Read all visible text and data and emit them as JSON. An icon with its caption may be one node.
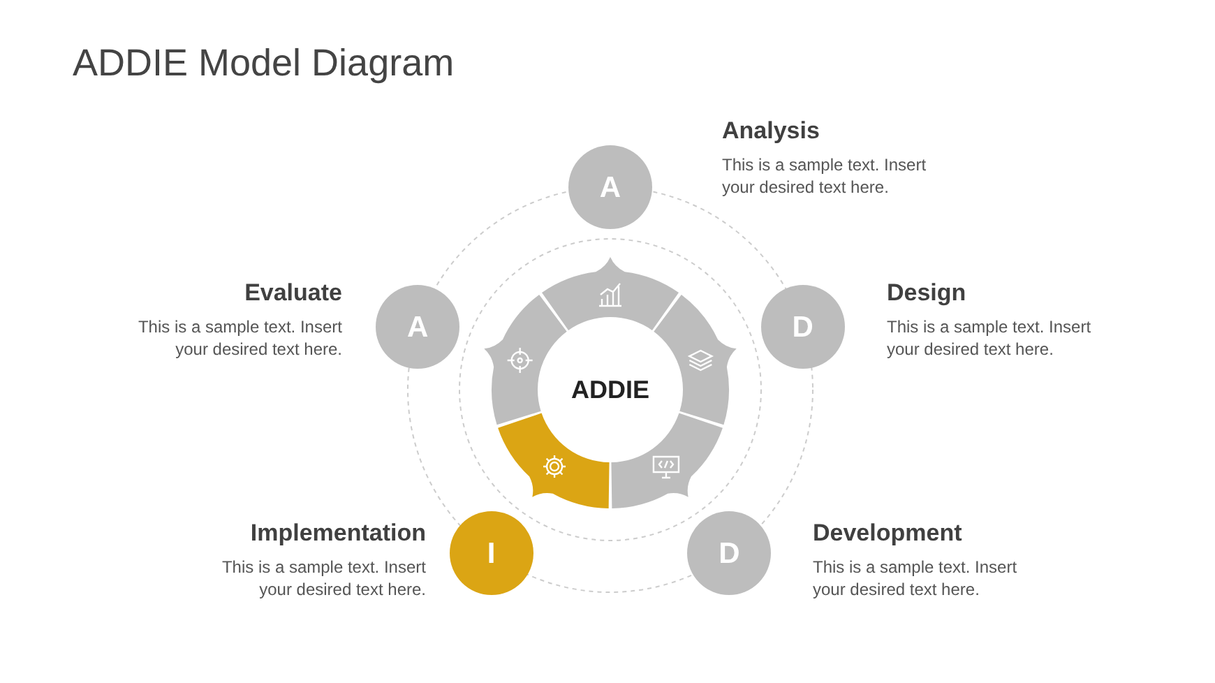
{
  "diagram": {
    "title": "ADDIE Model Diagram",
    "nodes": [
      {
        "text": [
          "ADDIE"
        ]
      },
      {
        "text": [
          "A"
        ],
        "beside": [
          "Analysis",
          "This is a sample text. Insert your desired text here."
        ]
      },
      {
        "text": [
          "D"
        ],
        "beside": [
          "Design",
          "This is a sample text. Insert your desired text here."
        ]
      },
      {
        "text": [
          "D"
        ],
        "beside": [
          "Development",
          "This is a sample text. Insert your desired text here."
        ]
      },
      {
        "text": [
          "I"
        ],
        "beside": [
          "Implementation",
          "This is a sample text. Insert your desired text here."
        ]
      },
      {
        "text": [
          "A"
        ],
        "beside": [
          "Evaluate",
          "This is a sample text. Insert your desired text here."
        ]
      }
    ],
    "edges": []
  }
}
